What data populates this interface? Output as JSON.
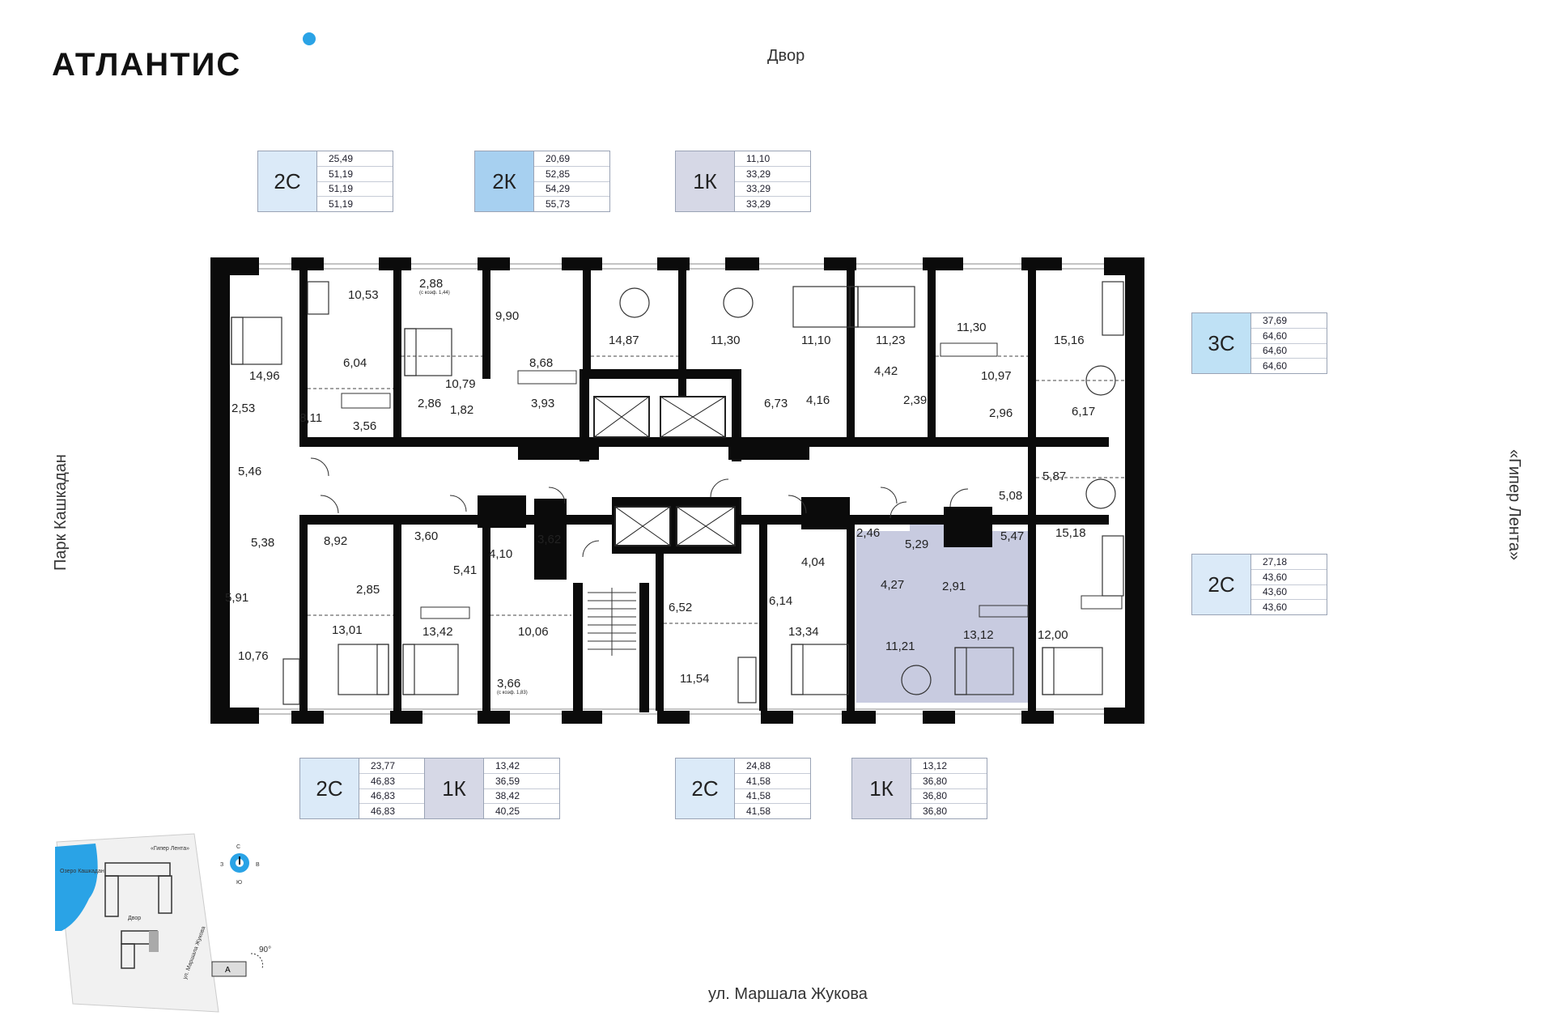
{
  "brand": {
    "name": "АТЛАНТИС"
  },
  "orientation": {
    "top": "Двор",
    "bottom": "ул. Маршала Жукова",
    "left": "Парк Кашкадан",
    "right": "«Гипер Лента»"
  },
  "units": [
    {
      "type": "2С",
      "style": "c2s",
      "values": [
        "25,49",
        "51,19",
        "51,19",
        "51,19"
      ]
    },
    {
      "type": "2К",
      "style": "c2k",
      "values": [
        "20,69",
        "52,85",
        "54,29",
        "55,73"
      ]
    },
    {
      "type": "1К",
      "style": "c1k",
      "values": [
        "11,10",
        "33,29",
        "33,29",
        "33,29"
      ]
    },
    {
      "type": "3С",
      "style": "c3s",
      "values": [
        "37,69",
        "64,60",
        "64,60",
        "64,60"
      ]
    },
    {
      "type": "2С",
      "style": "c2s",
      "values": [
        "27,18",
        "43,60",
        "43,60",
        "43,60"
      ]
    },
    {
      "type": "2С",
      "style": "c2s",
      "values": [
        "23,77",
        "46,83",
        "46,83",
        "46,83"
      ]
    },
    {
      "type": "1К",
      "style": "c1k",
      "values": [
        "13,42",
        "36,59",
        "38,42",
        "40,25"
      ]
    },
    {
      "type": "2С",
      "style": "c2s",
      "values": [
        "24,88",
        "41,58",
        "41,58",
        "41,58"
      ]
    },
    {
      "type": "1К",
      "style": "c1k",
      "values": [
        "13,12",
        "36,80",
        "36,80",
        "36,80"
      ]
    }
  ],
  "rooms": [
    "10,53",
    "2,88",
    "9,90",
    "14,87",
    "11,30",
    "11,10",
    "11,23",
    "11,30",
    "15,16",
    "14,96",
    "6,04",
    "10,79",
    "8,68",
    "4,42",
    "10,97",
    "2,53",
    "8,11",
    "3,56",
    "2,86",
    "1,82",
    "3,93",
    "6,73",
    "4,16",
    "2,39",
    "2,96",
    "6,17",
    "5,46",
    "5,87",
    "5,08",
    "5,38",
    "8,92",
    "3,60",
    "4,10",
    "3,62",
    "2,46",
    "5,29",
    "5,47",
    "15,18",
    "5,41",
    "4,04",
    "4,27",
    "2,91",
    "5,91",
    "2,85",
    "6,52",
    "6,14",
    "13,01",
    "13,42",
    "10,06",
    "13,34",
    "13,12",
    "12,00",
    "10,76",
    "11,21",
    "11,54",
    "3,66"
  ],
  "room_notes": {
    "r2_88": "(с коэф. 1,44)",
    "r3_66": "(с коэф. 1,83)"
  },
  "minimap": {
    "lake": "Озеро Кашкадан",
    "store": "«Гипер Лента»",
    "yard": "Двор",
    "street": "ул. Маршала Жукова",
    "compass": {
      "n": "С",
      "s": "Ю",
      "w": "З",
      "e": "В"
    },
    "angle": "90°",
    "section": "A"
  },
  "colors": {
    "wall": "#0b0b0b",
    "highlight": "#c8cbe0",
    "accent": "#2aa3e6"
  }
}
